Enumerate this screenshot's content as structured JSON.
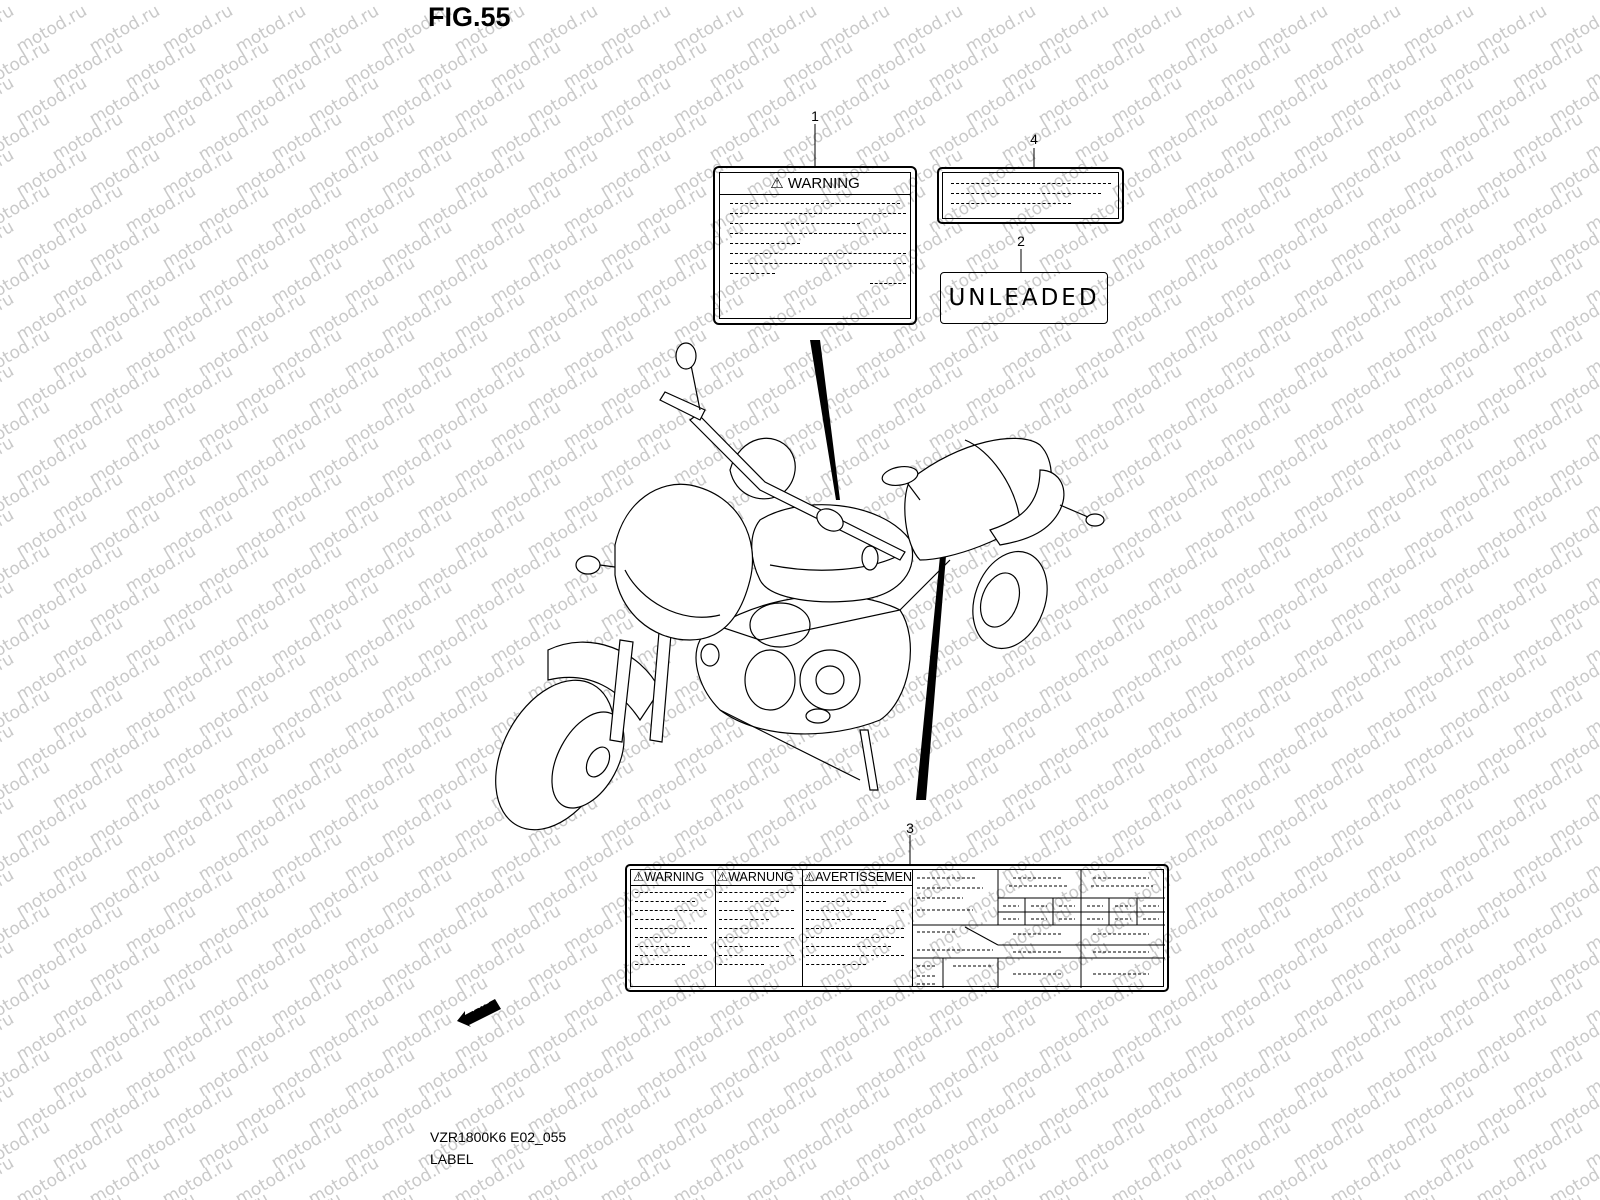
{
  "figure": {
    "title": "FIG.55",
    "code": "VZR1800K6 E02_055",
    "caption": "LABEL"
  },
  "watermark": {
    "text": "motod.ru",
    "color": "#c9c9c9"
  },
  "callouts": [
    "1",
    "2",
    "3",
    "4"
  ],
  "label_1": {
    "heading": "WARNING",
    "icon": "warning-triangle-icon"
  },
  "label_2": {
    "text": "UNLEADED"
  },
  "label_3": {
    "headings": [
      "WARNING",
      "WARNUNG",
      "AVERTISSEMENT"
    ],
    "icon": "warning-triangle-icon"
  },
  "fwd_marker": {
    "text": "FWD",
    "icon": "forward-arrow-icon"
  }
}
